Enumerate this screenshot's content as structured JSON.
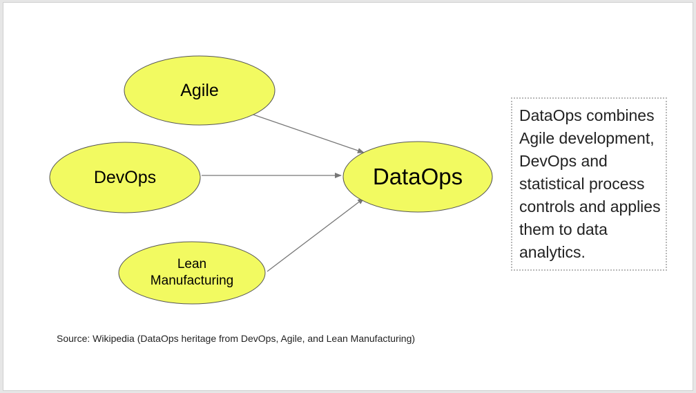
{
  "diagram": {
    "nodes": {
      "agile": {
        "label": "Agile"
      },
      "devops": {
        "label": "DevOps"
      },
      "lean": {
        "label": "Lean\nManufacturing"
      },
      "dataops": {
        "label": "DataOps"
      }
    },
    "edges": [
      {
        "from": "Agile",
        "to": "DataOps"
      },
      {
        "from": "DevOps",
        "to": "DataOps"
      },
      {
        "from": "Lean Manufacturing",
        "to": "DataOps"
      }
    ],
    "note": "DataOps combines Agile development, DevOps and statistical process controls and applies them to data analytics.",
    "source": "Source: Wikipedia (DataOps heritage from DevOps, Agile, and Lean Manufacturing)"
  },
  "colors": {
    "node_fill": "#f2fa61",
    "node_stroke": "#555555",
    "arrow": "#777777",
    "note_border": "#b7b7b7"
  }
}
